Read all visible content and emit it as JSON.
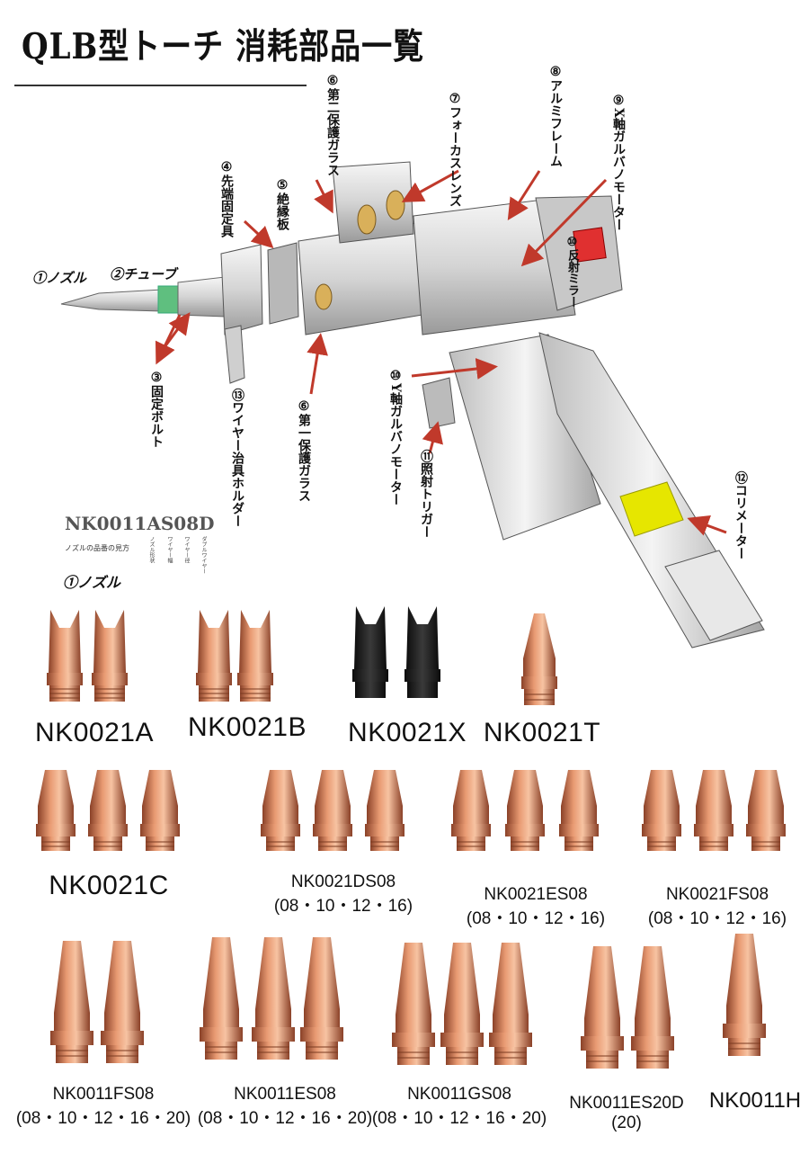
{
  "header": {
    "title": "QLB型トーチ 消耗部品一覧"
  },
  "callouts": [
    {
      "num": "①",
      "text": "ノズル"
    },
    {
      "num": "②",
      "text": "チューブ"
    },
    {
      "num": "③",
      "text": "固定ボルト"
    },
    {
      "num": "④",
      "text": "先端固定具"
    },
    {
      "num": "⑤",
      "text": "絶縁板"
    },
    {
      "num": "⑥",
      "text": "第二保護ガラス"
    },
    {
      "num": "⑥",
      "text": "第一保護ガラス"
    },
    {
      "num": "⑦",
      "text": "フォーカスレンズ"
    },
    {
      "num": "⑧",
      "text": "アルミフレーム"
    },
    {
      "num": "⑨",
      "text": "X軸ガルバノモーター"
    },
    {
      "num": "⑩",
      "text": "反射ミラー"
    },
    {
      "num": "⑩",
      "text": "Y軸ガルバノモーター"
    },
    {
      "num": "⑪",
      "text": "照射トリガー"
    },
    {
      "num": "⑫",
      "text": "コリメーター"
    },
    {
      "num": "⑬",
      "text": "ワイヤー治具ホルダー"
    }
  ],
  "part_code_key": {
    "code": "NK0011AS08D",
    "reading_note": "ノズルの品番の見方",
    "key_items": [
      "ノズル形状",
      "ワイヤー幅",
      "ワイヤー径",
      "ダブルワイヤー"
    ]
  },
  "nozzle_section": {
    "label": "①ノズル"
  },
  "nozzles": [
    {
      "code": "NK0021A",
      "sizes": ""
    },
    {
      "code": "NK0021B",
      "sizes": ""
    },
    {
      "code": "NK0021X",
      "sizes": ""
    },
    {
      "code": "NK0021T",
      "sizes": ""
    },
    {
      "code": "NK0021C",
      "sizes": ""
    },
    {
      "code": "NK0021DS08",
      "sizes": "(08・10・12・16)"
    },
    {
      "code": "NK0021ES08",
      "sizes": "(08・10・12・16)"
    },
    {
      "code": "NK0021FS08",
      "sizes": "(08・10・12・16)"
    },
    {
      "code": "NK0011FS08",
      "sizes": "(08・10・12・16・20)"
    },
    {
      "code": "NK0011ES08",
      "sizes": "(08・10・12・16・20)"
    },
    {
      "code": "NK0011GS08",
      "sizes": "(08・10・12・16・20)"
    },
    {
      "code": "NK0011ES20D",
      "sizes": "(20)"
    },
    {
      "code": "NK0011H",
      "sizes": ""
    }
  ],
  "colors": {
    "copper": "#c8744e",
    "copper_light": "#f0b08a",
    "copper_dark": "#8a4128",
    "black_nozzle": "#1e1e1e",
    "arrow": "#c0392b",
    "collimator_ring": "#e6e600"
  }
}
